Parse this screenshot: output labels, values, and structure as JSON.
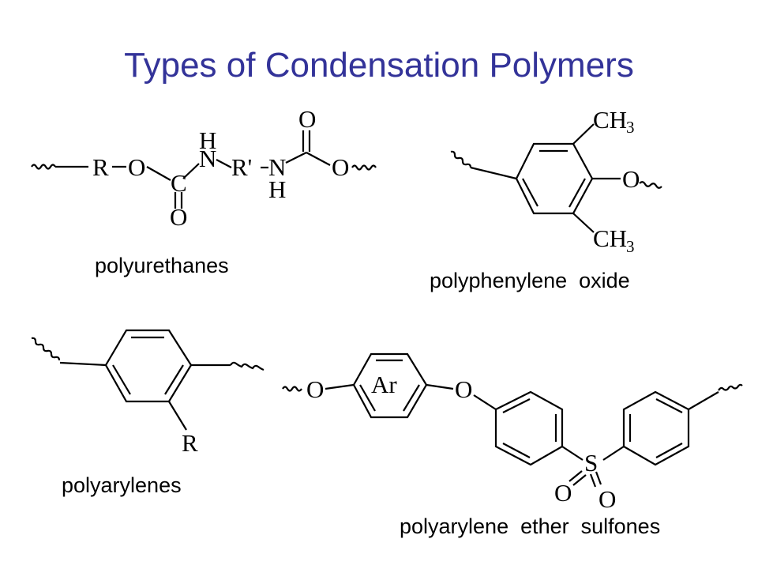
{
  "slide": {
    "title": "Types of Condensation Polymers",
    "title_color": "#333399"
  },
  "captions": {
    "polyurethanes": "polyurethanes",
    "polyphenylene_oxide": "polyphenylene  oxide",
    "polyarylenes": "polyarylenes",
    "polyarylene_ether_sulfones": "polyarylene  ether  sulfones"
  },
  "atoms": {
    "R": "R",
    "O": "O",
    "C": "C",
    "N": "N",
    "H": "H",
    "R_prime": "R'",
    "CH": "CH",
    "three": "3",
    "Ar": "Ar",
    "S": "S"
  }
}
